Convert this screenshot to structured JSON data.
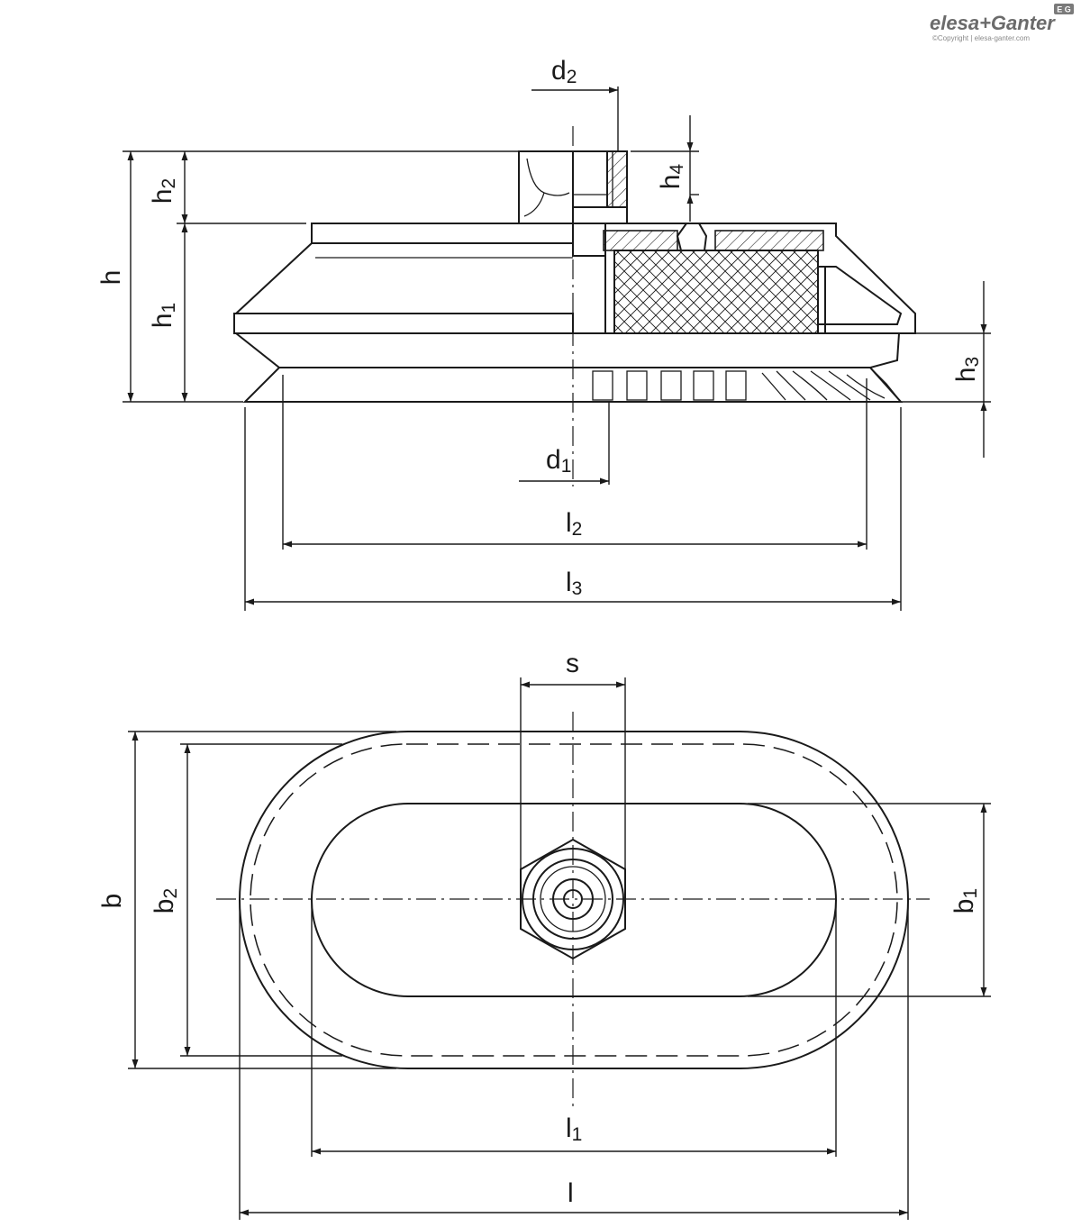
{
  "brand": {
    "logo_main": "elesa",
    "logo_plus": "+",
    "logo_second": "Ganter",
    "badge": "E G",
    "copyright": "©Copyright | elesa-ganter.com"
  },
  "labels": {
    "d2": {
      "main": "d",
      "sub": "2"
    },
    "d1": {
      "main": "d",
      "sub": "1"
    },
    "h": {
      "main": "h",
      "sub": ""
    },
    "h1": {
      "main": "h",
      "sub": "1"
    },
    "h2": {
      "main": "h",
      "sub": "2"
    },
    "h3": {
      "main": "h",
      "sub": "3"
    },
    "h4": {
      "main": "h",
      "sub": "4"
    },
    "l2": {
      "main": "l",
      "sub": "2"
    },
    "l3": {
      "main": "l",
      "sub": "3"
    },
    "s": {
      "main": "s",
      "sub": ""
    },
    "b": {
      "main": "b",
      "sub": ""
    },
    "b1": {
      "main": "b",
      "sub": "1"
    },
    "b2": {
      "main": "b",
      "sub": "2"
    },
    "l1": {
      "main": "l",
      "sub": "1"
    },
    "l": {
      "main": "l",
      "sub": ""
    }
  }
}
